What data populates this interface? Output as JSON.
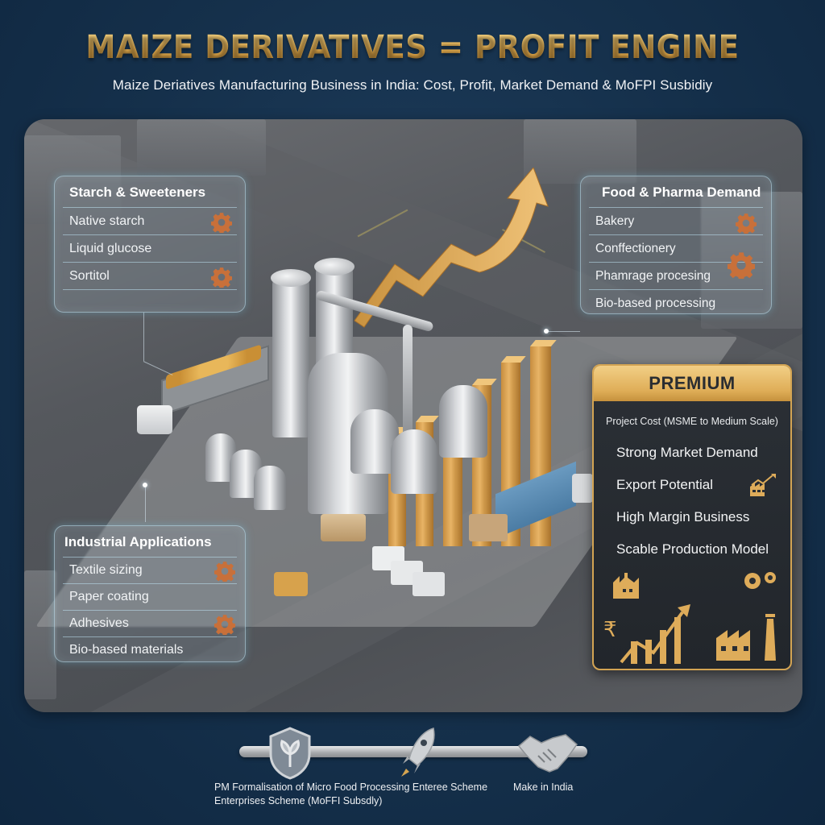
{
  "header": {
    "title": "MAIZE DERIVATIVES = PROFIT ENGINE",
    "subtitle": "Maize Deriatives Manufacturing Business in India: Cost, Profit, Market Demand & MoFPI Susbidiy"
  },
  "panels": {
    "starch": {
      "title": "Starch & Sweeteners",
      "items": [
        "Native starch",
        "Liquid glucose",
        "Sortitol"
      ],
      "icon": "gear-icon"
    },
    "food_pharma": {
      "title": "Food & Pharma Demand",
      "items": [
        "Bakery",
        "Conffectionery",
        "Phamrage procesing",
        "Bio-based processing"
      ],
      "icon": "gear-icon"
    },
    "industrial": {
      "title": "Industrial Applications",
      "items": [
        "Textile sizing",
        "Paper coating",
        "Adhesives",
        "Bio-based materials"
      ],
      "icon": "gear-icon"
    }
  },
  "premium": {
    "heading": "PREMIUM",
    "subheading": "Project Cost (MSME to Medium Scale)",
    "items": [
      "Strong Market Demand",
      "Export Potential",
      "High Margin Business",
      "Scable Production Model"
    ],
    "icons": [
      "factory-growth-icon",
      "factory-icon",
      "gears-icon",
      "rupee-growth-chart-icon",
      "factory-chimney-icon"
    ],
    "accent_color": "#deac5a"
  },
  "footer": {
    "schemes": [
      {
        "icon": "shield-leaf-icon",
        "label_line1": "PM Formalisation of Micro Food Processing Enteree Scheme",
        "label_line2": "Enterprises Scheme (MoFFI Subsdly)"
      },
      {
        "icon": "rocket-icon",
        "label_line1": "",
        "label_line2": ""
      },
      {
        "icon": "handshake-icon",
        "label_line1": "Make in India",
        "label_line2": ""
      }
    ]
  },
  "colors": {
    "background": "#15304b",
    "gold": "#e2ac4e",
    "gear": "#c8703a",
    "panel_border": "#bee1f0"
  }
}
